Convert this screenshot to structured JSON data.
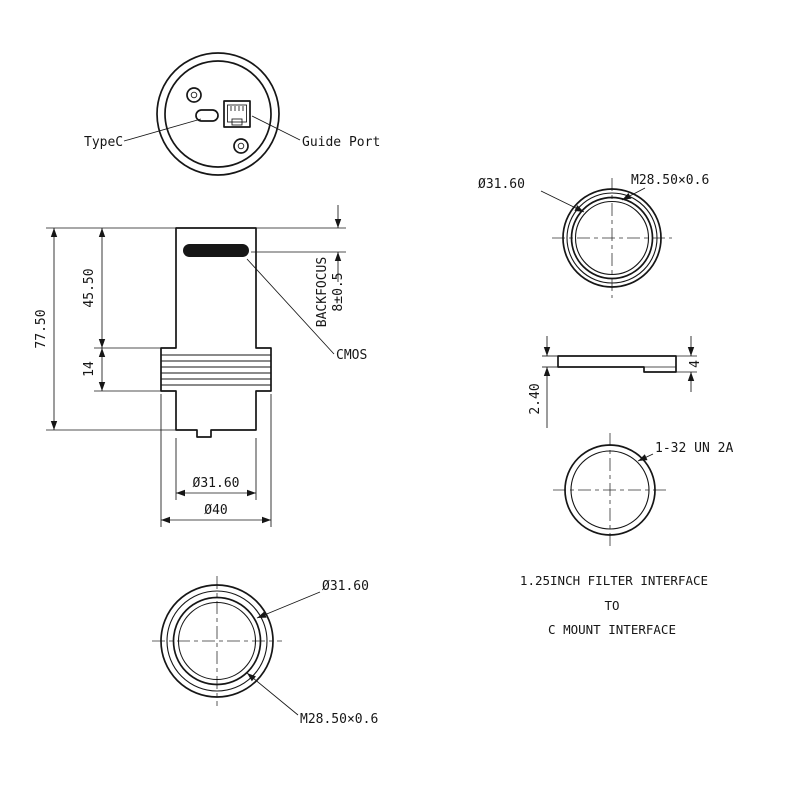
{
  "views": {
    "back": {
      "typec": "TypeC",
      "guide_port": "Guide Port"
    },
    "side": {
      "total_height": "77.50",
      "upper_length": "45.50",
      "fin_length": "14",
      "backfocus_label": "BACKFOCUS",
      "backfocus_value": "8±0.5",
      "sensor": "CMOS",
      "barrel_diameter": "Ø31.60",
      "body_diameter": "Ø40"
    },
    "front": {
      "diameter": "Ø31.60",
      "thread": "M28.50×0.6"
    },
    "filter_top": {
      "diameter": "Ø31.60",
      "thread": "M28.50×0.6"
    },
    "adapter_side": {
      "thickness": "2.40",
      "flange_height": "4"
    },
    "adapter_front": {
      "thread": "1-32 UN 2A"
    },
    "caption": {
      "line1": "1.25INCH FILTER INTERFACE",
      "line2": "TO",
      "line3": "C MOUNT INTERFACE"
    }
  }
}
